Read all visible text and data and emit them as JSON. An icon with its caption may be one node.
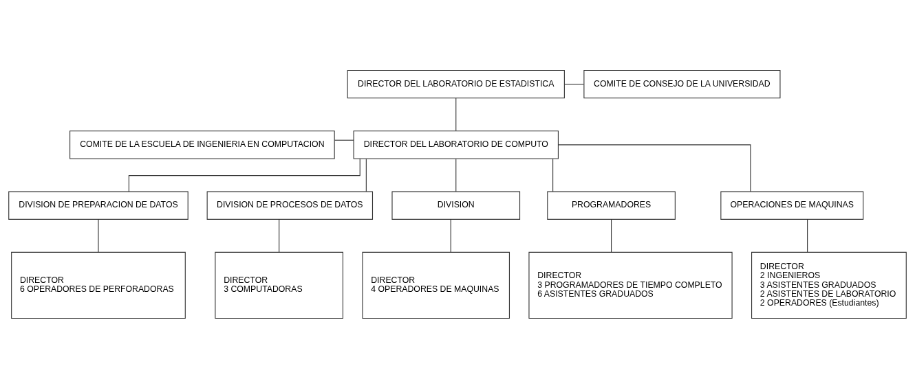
{
  "diagram": {
    "nodes": [
      {
        "text": [
          "DIRECTOR DEL LABORATORIO DE ESTADISTICA"
        ]
      },
      {
        "text": [
          "COMITE DE CONSEJO DE LA UNIVERSIDAD"
        ]
      },
      {
        "text": [
          "COMITE DE LA ESCUELA DE INGENIERIA EN COMPUTACION"
        ]
      },
      {
        "text": [
          "DIRECTOR DEL LABORATORIO DE COMPUTO"
        ]
      },
      {
        "text": [
          "DIVISION DE PREPARACION DE DATOS"
        ]
      },
      {
        "text": [
          "DIVISION DE PROCESOS DE DATOS"
        ]
      },
      {
        "text": [
          "DIVISION"
        ]
      },
      {
        "text": [
          "PROGRAMADORES"
        ]
      },
      {
        "text": [
          "OPERACIONES DE MAQUINAS"
        ]
      },
      {
        "text": [
          "DIRECTOR",
          "6 OPERADORES DE PERFORADORAS"
        ]
      },
      {
        "text": [
          "DIRECTOR",
          "3 COMPUTADORAS"
        ]
      },
      {
        "text": [
          "DIRECTOR",
          "4 OPERADORES DE MAQUINAS"
        ]
      },
      {
        "text": [
          "DIRECTOR",
          "3 PROGRAMADORES DE TIEMPO COMPLETO",
          "6 ASISTENTES GRADUADOS"
        ]
      },
      {
        "text": [
          "DIRECTOR",
          "2 INGENIEROS",
          "3 ASISTENTES GRADUADOS",
          "2 ASISTENTES DE LABORATORIO",
          "2 OPERADORES (Estudiantes)"
        ]
      }
    ],
    "edges": [
      {
        "from": 0,
        "to": 1,
        "arrow": "none"
      },
      {
        "from": 0,
        "to": 3,
        "arrow": "none"
      },
      {
        "from": 2,
        "to": 3,
        "arrow": "none"
      },
      {
        "from": 3,
        "to": 4,
        "arrow": "none"
      },
      {
        "from": 3,
        "to": 5,
        "arrow": "none"
      },
      {
        "from": 3,
        "to": 6,
        "arrow": "none"
      },
      {
        "from": 3,
        "to": 7,
        "arrow": "none"
      },
      {
        "from": 3,
        "to": 8,
        "arrow": "none"
      },
      {
        "from": 4,
        "to": 9,
        "arrow": "none"
      },
      {
        "from": 5,
        "to": 10,
        "arrow": "none"
      },
      {
        "from": 6,
        "to": 11,
        "arrow": "none"
      },
      {
        "from": 7,
        "to": 12,
        "arrow": "none"
      },
      {
        "from": 8,
        "to": 13,
        "arrow": "none"
      }
    ]
  }
}
